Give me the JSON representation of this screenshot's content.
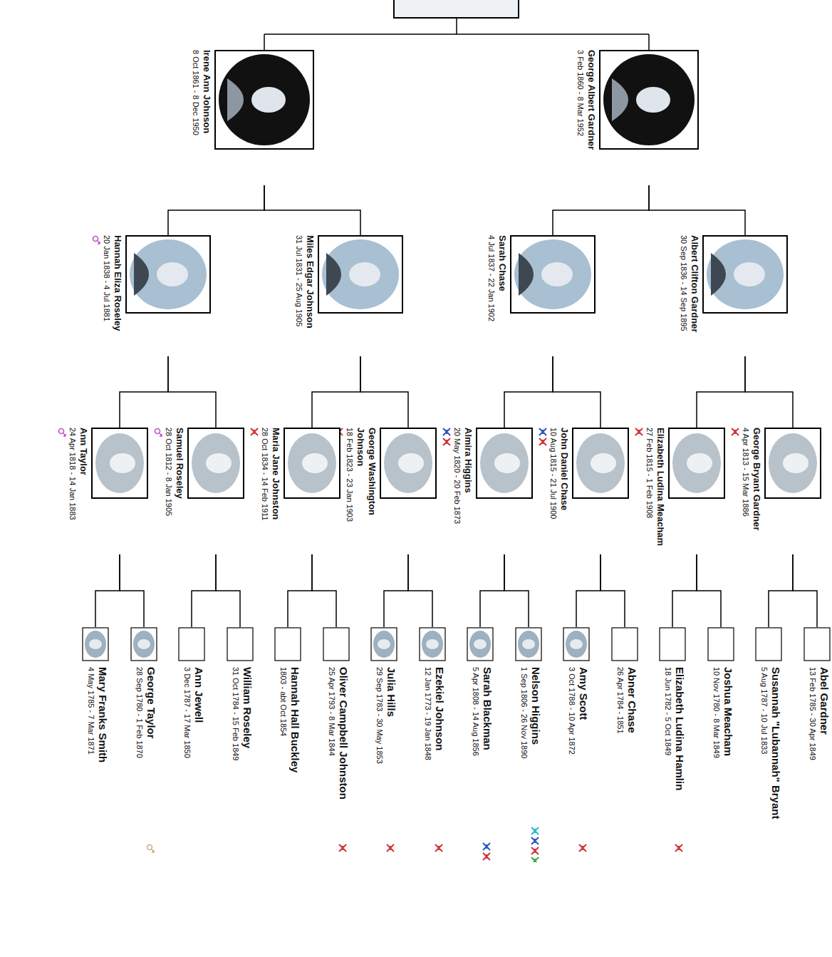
{
  "diagram": {
    "nodes": [
      {
        "text": [
          "George Albert Gardner",
          "3 Feb 1860 - 8 Mar 1952"
        ]
      },
      {
        "text": [
          "Irene Ann Johnson",
          "8 Oct 1861 - 8 Dec 1950"
        ]
      },
      {
        "text": [
          "Albert Clifton Gardner",
          "30 Sep 1836 - 14 Sep 1895"
        ]
      },
      {
        "text": [
          "Sarah Chase",
          "4 Jul 1837 - 22 Jan 1902"
        ]
      },
      {
        "text": [
          "Miles Edgar Johnson",
          "31 Jul 1831 - 25 Aug 1905"
        ]
      },
      {
        "text": [
          "Hannah Eliza Roseley",
          "20 Jan 1838 - 4 Jul 1881"
        ]
      },
      {
        "text": [
          "George Bryant Gardner",
          "4 Apr 1813 - 15 Mar 1886"
        ]
      },
      {
        "text": [
          "Elizabeth Ludina Meacham",
          "27 Feb 1815 - 1 Feb 1908"
        ]
      },
      {
        "text": [
          "John Daniel Chase",
          "10 Aug 1815 - 21 Jul 1900"
        ]
      },
      {
        "text": [
          "Almira Higgins",
          "20 May 1820 - 20 Feb 1873"
        ]
      },
      {
        "text": [
          "George Washington Johnson",
          "18 Feb 1823 - 23 Jan 1903"
        ]
      },
      {
        "text": [
          "Maria Jane Johnston",
          "28 Oct 1834 - 14 Feb 1911"
        ]
      },
      {
        "text": [
          "Samuel Roseley",
          "28 Oct 1812 - 8 Jan 1905"
        ]
      },
      {
        "text": [
          "Ann Taylor",
          "24 Apr 1818 - 14 Jan 1883"
        ]
      },
      {
        "text": [
          "Abel Gardner",
          "13 Feb 1785 - 30 Apr 1849"
        ]
      },
      {
        "text": [
          "Susannah \"Lubannah\" Bryant",
          "5 Aug 1787 - 10 Jul 1833"
        ]
      },
      {
        "text": [
          "Joshua Meacham",
          "10 Nov 1780 - 8 Mar 1849"
        ]
      },
      {
        "text": [
          "Elizabeth Ludina Hamlin",
          "18 Jun 1782 - 5 Oct 1849"
        ]
      },
      {
        "text": [
          "Abner Chase",
          "26 Apr 1784 - 1851"
        ]
      },
      {
        "text": [
          "Amy Scott",
          "3 Oct 1788 - 10 Apr 1872"
        ]
      },
      {
        "text": [
          "Nelson Higgins",
          "1 Sep 1806 - 26 Nov 1890"
        ]
      },
      {
        "text": [
          "Sarah Blackman",
          "5 Apr 1808 - 14 Aug 1856"
        ]
      },
      {
        "text": [
          "Ezekiel Johnson",
          "12 Jan 1773 - 19 Jan 1848"
        ]
      },
      {
        "text": [
          "Julia Hills",
          "29 Sep 1783 - 30 May 1853"
        ]
      },
      {
        "text": [
          "Oliver Campbell Johnston",
          "25 Apr 1793 - 8 Mar 1844"
        ]
      },
      {
        "text": [
          "Hannah Hall Buckley",
          "1803 - abt Oct 1854"
        ]
      },
      {
        "text": [
          "William Roseley",
          "31 Oct 1784 - 15 Feb 1849"
        ]
      },
      {
        "text": [
          "Ann Jewell",
          "3 Dec 1787 - 17 Mar 1850"
        ]
      },
      {
        "text": [
          "George Taylor",
          "28 Sep 1780 - 1 Feb 1870"
        ]
      },
      {
        "text": [
          "Mary Franks Smith",
          "4 May 1785 - 7 Mar 1871"
        ]
      }
    ],
    "edges": [
      {
        "from": 0,
        "to": 2,
        "arrow": "none"
      },
      {
        "from": 0,
        "to": 3,
        "arrow": "none"
      },
      {
        "from": 1,
        "to": 4,
        "arrow": "none"
      },
      {
        "from": 1,
        "to": 5,
        "arrow": "none"
      },
      {
        "from": 2,
        "to": 6,
        "arrow": "none"
      },
      {
        "from": 2,
        "to": 7,
        "arrow": "none"
      },
      {
        "from": 3,
        "to": 8,
        "arrow": "none"
      },
      {
        "from": 3,
        "to": 9,
        "arrow": "none"
      },
      {
        "from": 4,
        "to": 10,
        "arrow": "none"
      },
      {
        "from": 4,
        "to": 11,
        "arrow": "none"
      },
      {
        "from": 5,
        "to": 12,
        "arrow": "none"
      },
      {
        "from": 5,
        "to": 13,
        "arrow": "none"
      },
      {
        "from": 6,
        "to": 14,
        "arrow": "none"
      },
      {
        "from": 6,
        "to": 15,
        "arrow": "none"
      },
      {
        "from": 7,
        "to": 16,
        "arrow": "none"
      },
      {
        "from": 7,
        "to": 17,
        "arrow": "none"
      },
      {
        "from": 8,
        "to": 18,
        "arrow": "none"
      },
      {
        "from": 8,
        "to": 19,
        "arrow": "none"
      },
      {
        "from": 9,
        "to": 20,
        "arrow": "none"
      },
      {
        "from": 9,
        "to": 21,
        "arrow": "none"
      },
      {
        "from": 10,
        "to": 22,
        "arrow": "none"
      },
      {
        "from": 10,
        "to": 23,
        "arrow": "none"
      },
      {
        "from": 11,
        "to": 24,
        "arrow": "none"
      },
      {
        "from": 11,
        "to": 25,
        "arrow": "none"
      },
      {
        "from": 12,
        "to": 26,
        "arrow": "none"
      },
      {
        "from": 12,
        "to": 27,
        "arrow": "none"
      },
      {
        "from": 13,
        "to": 28,
        "arrow": "none"
      },
      {
        "from": 13,
        "to": 29,
        "arrow": "none"
      }
    ]
  }
}
